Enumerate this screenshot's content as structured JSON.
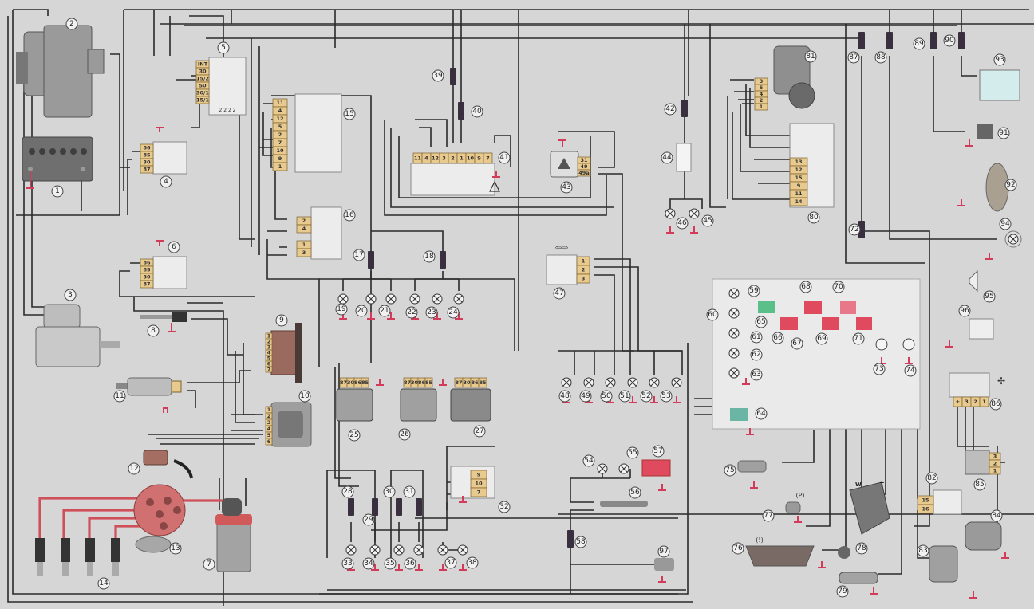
{
  "diagram": {
    "title": "Vehicle electrical wiring diagram",
    "colors": {
      "wire": "#2a2a2a",
      "ht_lead": "#d0505a",
      "ground": "#d23b5a",
      "connector": "#e8c98e",
      "warn_red": "#e04a5e",
      "warn_green": "#5bbf8a",
      "panel": "#eaeaea"
    },
    "components": [
      {
        "id": "1",
        "name": "battery"
      },
      {
        "id": "2",
        "name": "alternator"
      },
      {
        "id": "3",
        "name": "starter"
      },
      {
        "id": "4",
        "name": "relay"
      },
      {
        "id": "5",
        "name": "ignition-switch"
      },
      {
        "id": "6",
        "name": "relay"
      },
      {
        "id": "7",
        "name": "ignition-coil"
      },
      {
        "id": "8",
        "name": "sensor"
      },
      {
        "id": "9",
        "name": "control-unit"
      },
      {
        "id": "10",
        "name": "switch-unit"
      },
      {
        "id": "11",
        "name": "sensor"
      },
      {
        "id": "12",
        "name": "connector"
      },
      {
        "id": "13",
        "name": "distributor"
      },
      {
        "id": "14",
        "name": "spark-plugs"
      },
      {
        "id": "15",
        "name": "light-switch"
      },
      {
        "id": "16",
        "name": "switch"
      },
      {
        "id": "17",
        "name": "fuse"
      },
      {
        "id": "18",
        "name": "fuse"
      },
      {
        "id": "19",
        "name": "lamp"
      },
      {
        "id": "20",
        "name": "lamp"
      },
      {
        "id": "21",
        "name": "lamp"
      },
      {
        "id": "22",
        "name": "lamp"
      },
      {
        "id": "23",
        "name": "lamp"
      },
      {
        "id": "24",
        "name": "lamp"
      },
      {
        "id": "25",
        "name": "relay"
      },
      {
        "id": "26",
        "name": "relay"
      },
      {
        "id": "27",
        "name": "fog-relay"
      },
      {
        "id": "28",
        "name": "fuse"
      },
      {
        "id": "29",
        "name": "fuse"
      },
      {
        "id": "30",
        "name": "fuse"
      },
      {
        "id": "31",
        "name": "fuse"
      },
      {
        "id": "32",
        "name": "switch"
      },
      {
        "id": "33",
        "name": "lamp"
      },
      {
        "id": "34",
        "name": "lamp"
      },
      {
        "id": "35",
        "name": "lamp"
      },
      {
        "id": "36",
        "name": "lamp"
      },
      {
        "id": "37",
        "name": "lamp"
      },
      {
        "id": "38",
        "name": "lamp"
      },
      {
        "id": "39",
        "name": "fuse"
      },
      {
        "id": "40",
        "name": "fuse"
      },
      {
        "id": "41",
        "name": "hazard-switch"
      },
      {
        "id": "42",
        "name": "fuse"
      },
      {
        "id": "43",
        "name": "flasher-relay"
      },
      {
        "id": "44",
        "name": "switch"
      },
      {
        "id": "45",
        "name": "lamp"
      },
      {
        "id": "46",
        "name": "lamp"
      },
      {
        "id": "47",
        "name": "turn-switch"
      },
      {
        "id": "48",
        "name": "lamp"
      },
      {
        "id": "49",
        "name": "lamp"
      },
      {
        "id": "50",
        "name": "lamp"
      },
      {
        "id": "51",
        "name": "lamp"
      },
      {
        "id": "52",
        "name": "lamp"
      },
      {
        "id": "53",
        "name": "lamp"
      },
      {
        "id": "54",
        "name": "lamp"
      },
      {
        "id": "55",
        "name": "lamp"
      },
      {
        "id": "56",
        "name": "switch"
      },
      {
        "id": "57",
        "name": "warning-lamp"
      },
      {
        "id": "58",
        "name": "fuse"
      },
      {
        "id": "59",
        "name": "lamp"
      },
      {
        "id": "60",
        "name": "lamp-group"
      },
      {
        "id": "61",
        "name": "lamp"
      },
      {
        "id": "62",
        "name": "lamp"
      },
      {
        "id": "63",
        "name": "lamp"
      },
      {
        "id": "64",
        "name": "indicator"
      },
      {
        "id": "65",
        "name": "indicator"
      },
      {
        "id": "66",
        "name": "indicator"
      },
      {
        "id": "67",
        "name": "resistor"
      },
      {
        "id": "68",
        "name": "indicator"
      },
      {
        "id": "69",
        "name": "indicator"
      },
      {
        "id": "70",
        "name": "indicator"
      },
      {
        "id": "71",
        "name": "indicator"
      },
      {
        "id": "72",
        "name": "fuse"
      },
      {
        "id": "73",
        "name": "gauge"
      },
      {
        "id": "74",
        "name": "gauge"
      },
      {
        "id": "75",
        "name": "oil-sensor"
      },
      {
        "id": "76",
        "name": "brake-fluid-sensor"
      },
      {
        "id": "77",
        "name": "brake-switch"
      },
      {
        "id": "78",
        "name": "fuel-sender"
      },
      {
        "id": "79",
        "name": "temperature-sensor"
      },
      {
        "id": "80",
        "name": "wiper-switch"
      },
      {
        "id": "81",
        "name": "wiper-motor"
      },
      {
        "id": "82",
        "name": "switch"
      },
      {
        "id": "83",
        "name": "washer-pump"
      },
      {
        "id": "84",
        "name": "heater-motor"
      },
      {
        "id": "85",
        "name": "resistor-unit"
      },
      {
        "id": "86",
        "name": "fan-switch"
      },
      {
        "id": "87",
        "name": "fuse"
      },
      {
        "id": "88",
        "name": "fuse"
      },
      {
        "id": "89",
        "name": "fuse"
      },
      {
        "id": "90",
        "name": "fuse"
      },
      {
        "id": "91",
        "name": "sensor"
      },
      {
        "id": "92",
        "name": "horn"
      },
      {
        "id": "93",
        "name": "interior-lamp"
      },
      {
        "id": "94",
        "name": "lamp"
      },
      {
        "id": "95",
        "name": "door-switch"
      },
      {
        "id": "96",
        "name": "door-switch"
      },
      {
        "id": "97",
        "name": "connector"
      }
    ],
    "pins": {
      "p5": [
        "INT",
        "30",
        "15/2",
        "50",
        "30/1",
        "15/1"
      ],
      "p5_bottom": "2 2 2 2",
      "p4": [
        "86",
        "85",
        "30",
        "87"
      ],
      "p6": [
        "86",
        "85",
        "30",
        "87"
      ],
      "p15": [
        "11",
        "4",
        "12",
        "5",
        "2",
        "7",
        "10",
        "9",
        "1"
      ],
      "p16a": [
        "2",
        "4"
      ],
      "p16b": [
        "1",
        "3"
      ],
      "p41": [
        "11",
        "4",
        "12",
        "3",
        "2",
        "1",
        "10",
        "9",
        "7"
      ],
      "p43": [
        "31",
        "49",
        "49a"
      ],
      "p47": [
        "1",
        "2",
        "3"
      ],
      "p81": [
        "3",
        "5",
        "4",
        "2",
        "1"
      ],
      "p80": [
        "13",
        "12",
        "15",
        "9",
        "11",
        "14"
      ],
      "p32": [
        "9",
        "10",
        "7"
      ],
      "p82": [
        "15",
        "16"
      ],
      "p85": [
        "3",
        "2",
        "1"
      ],
      "p86": [
        "+",
        "3",
        "2",
        "1"
      ],
      "p9": [
        "1",
        "2",
        "3",
        "4",
        "5",
        "6",
        "7"
      ],
      "p10": [
        "1",
        "2",
        "3",
        "4",
        "5",
        "6"
      ],
      "relay_pins": [
        "87",
        "30",
        "86",
        "85"
      ],
      "p78_w": "W",
      "p78_t": "T",
      "p77": "(P)",
      "p76": "(!)"
    }
  }
}
